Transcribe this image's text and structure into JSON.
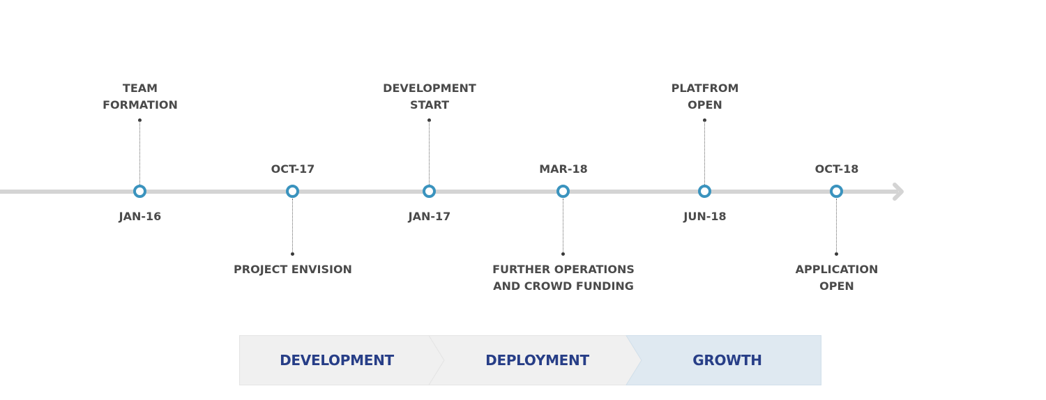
{
  "timeline": {
    "events": [
      {
        "date": "JAN-16",
        "label": "TEAM\nFORMATION"
      },
      {
        "date": "OCT-17",
        "label": "PROJECT ENVISION"
      },
      {
        "date": "JAN-17",
        "label": "DEVELOPMENT\nSTART"
      },
      {
        "date": "MAR-18",
        "label": "FURTHER OPERATIONS\nAND CROWD FUNDING"
      },
      {
        "date": "JUN-18",
        "label": "PLATFROM\nOPEN"
      },
      {
        "date": "OCT-18",
        "label": "APPLICATION\nOPEN"
      }
    ]
  },
  "phases": [
    {
      "label": "DEVELOPMENT"
    },
    {
      "label": "DEPLOYMENT"
    },
    {
      "label": "GROWTH"
    }
  ],
  "colors": {
    "axis": "#d4d4d4",
    "node": "#3a93be",
    "text": "#4a4a4a",
    "phase_text": "#273e87",
    "phase_fill": "#f0f0f0",
    "phase_active_fill": "#dfe9f1"
  }
}
